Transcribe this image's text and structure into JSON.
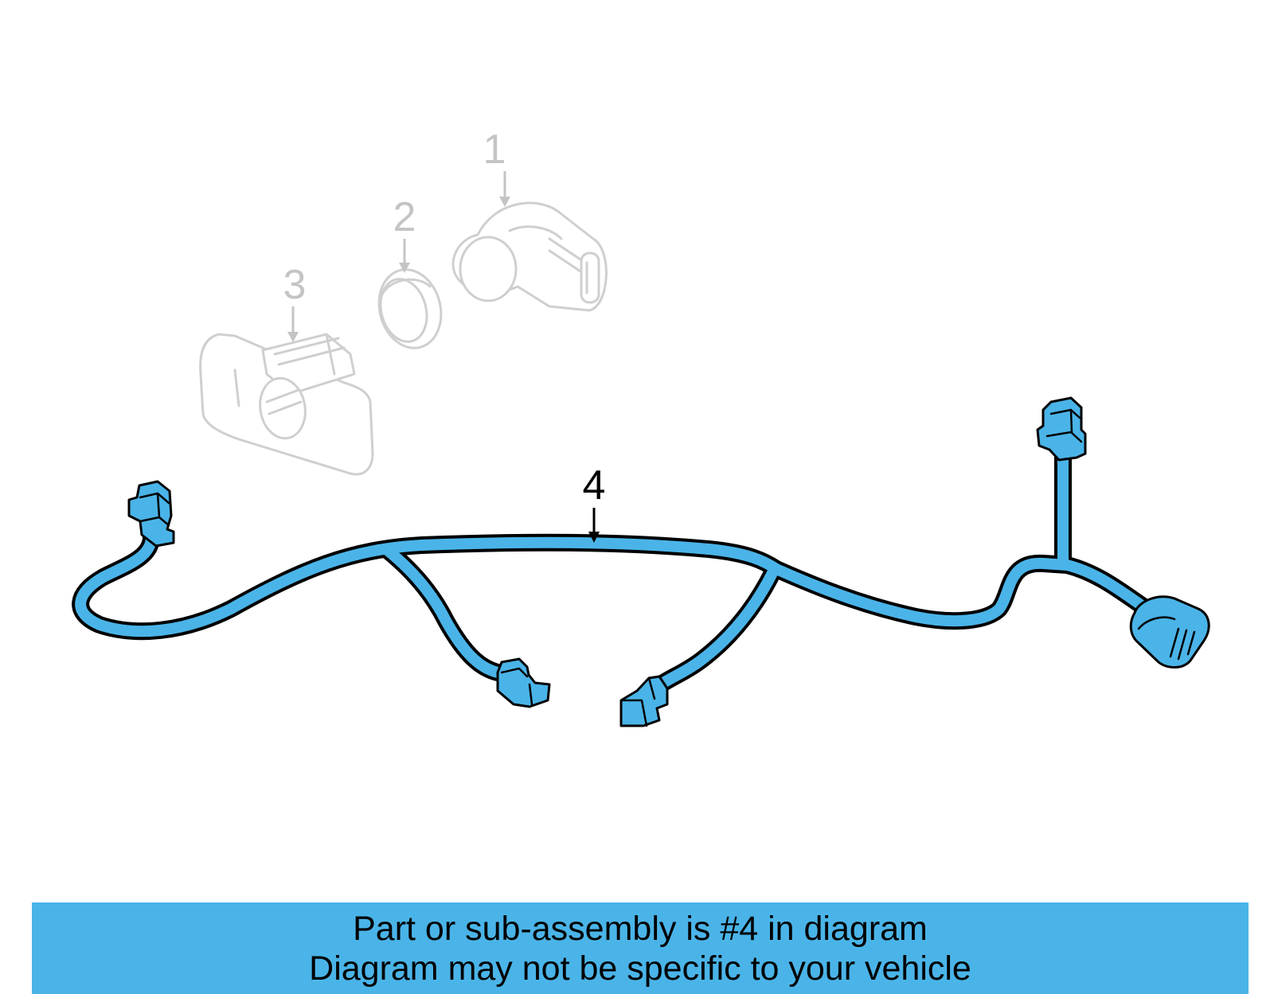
{
  "diagram": {
    "callouts": [
      {
        "id": "1",
        "label": "1",
        "highlighted": false
      },
      {
        "id": "2",
        "label": "2",
        "highlighted": false
      },
      {
        "id": "3",
        "label": "3",
        "highlighted": false
      },
      {
        "id": "4",
        "label": "4",
        "highlighted": true
      }
    ],
    "colors": {
      "highlight": "#4ab4e8",
      "ghost": "#cfcfcf",
      "outline": "#000000"
    }
  },
  "info_bar": {
    "line1": "Part or sub-assembly is #4 in diagram",
    "line2": "Diagram may not be specific to your vehicle",
    "background": "#4ab4e8"
  }
}
